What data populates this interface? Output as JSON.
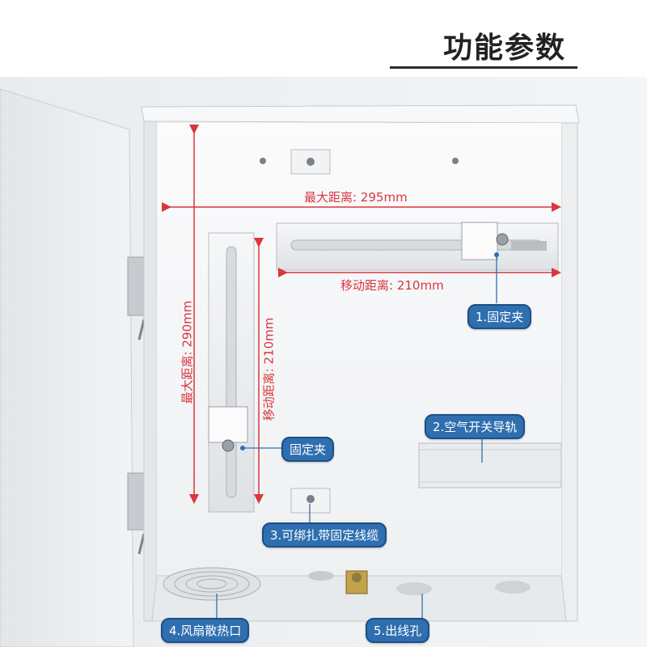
{
  "header": {
    "title": "功能参数"
  },
  "dimensions": {
    "max_width": "最大距离: 295mm",
    "move_width": "移动距离: 210mm",
    "max_height": "最大距离: 290mm",
    "move_height": "移动距离: 210mm"
  },
  "callouts": {
    "fixing_clip_1": "1.固定夹",
    "fixing_clip": "固定夹",
    "breaker_rail": "2.空气开关导轨",
    "cable_tie": "3.可绑扎带固定线缆",
    "fan_vent": "4.风扇散热口",
    "cable_hole": "5.出线孔"
  },
  "colors": {
    "dimension": "#d9363e",
    "callout_bg": "#2f6fb0",
    "callout_border": "#1b4f86",
    "box_white": "#f4f5f6"
  }
}
